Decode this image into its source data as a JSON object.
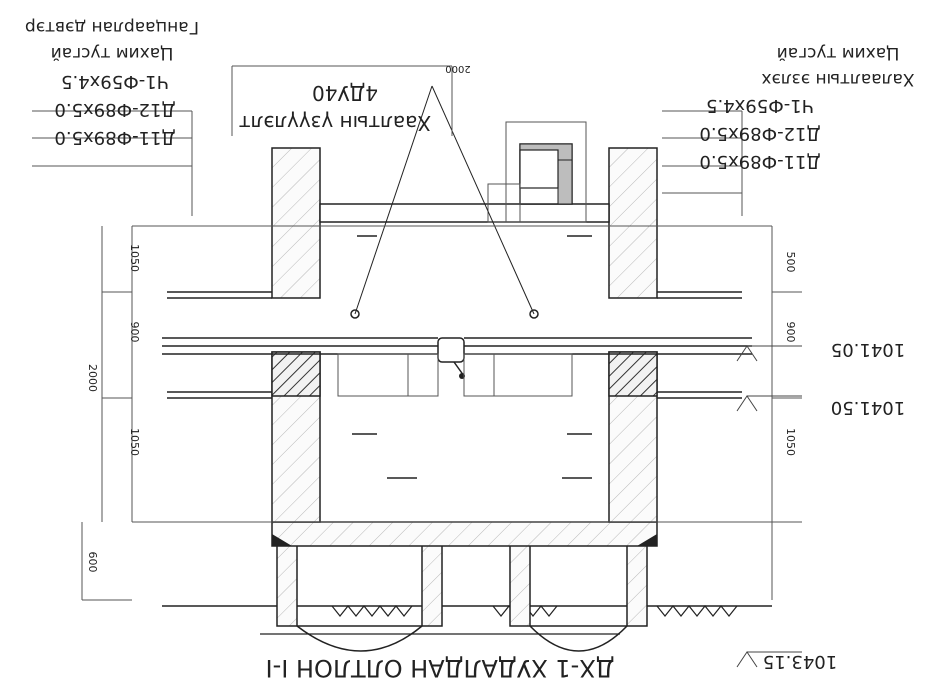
{
  "drawing": {
    "title": "ДХ-1 ХУДАЛДАН ОЛТЛОН I-I",
    "left_callout": {
      "header_line1": "Ганцаарлан дэвтэр",
      "header_line2": "Цахим тусгай",
      "rows": [
        "Ч1-Ф59x4.5",
        "Д12-Ф89x5.0",
        "Д11-Ф89x5.0"
      ]
    },
    "right_callout": {
      "header_line1": "Халаалтын эзлэх",
      "header_line2": "Цахим тусгай",
      "rows": [
        "Ч1-Ф59x4.5",
        "Д12-Ф89x5.0",
        "Д11-Ф89x5.0"
      ]
    },
    "center_callout": {
      "line1": "4ДУ40",
      "line2": "Хаалтын үзүүлэлт"
    },
    "dims": {
      "top_width": "2000",
      "left_upper": "1050",
      "left_mid": "900",
      "left_lower": "1050",
      "left_total": "2000",
      "left_found": "600",
      "right_upper": "500",
      "right_mid": "900",
      "right_lower": "1050"
    },
    "elevations": [
      "1041.05",
      "1041.50",
      "1043.15"
    ]
  }
}
